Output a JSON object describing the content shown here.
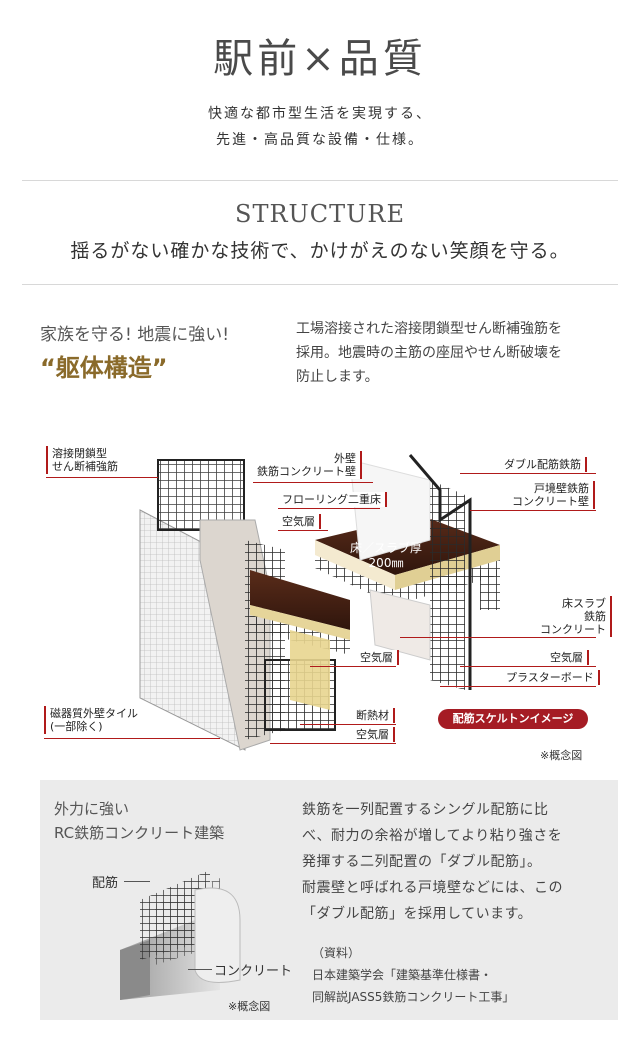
{
  "header": {
    "title": "駅前×品質",
    "subtitle_line1": "快適な都市型生活を実現する、",
    "subtitle_line2": "先進・高品質な設備・仕様。"
  },
  "structure": {
    "heading": "STRUCTURE",
    "tagline": "揺るがない確かな技術で、かけがえのない笑顔を守る。"
  },
  "frame": {
    "kicker": "家族を守る! 地震に強い!",
    "title": "“躯体構造”",
    "desc_line1": "工場溶接された溶接閉鎖型せん断補強筋を",
    "desc_line2": "採用。地震時の主筋の座屈やせん断破壊を",
    "desc_line3": "防止します。"
  },
  "diagram": {
    "labels": {
      "shear": "溶接閉鎖型\nせん断補強筋",
      "outer_wall": "外壁\n鉄筋コンクリート壁",
      "double_rebar": "ダブル配筋鉄筋",
      "flooring": "フローリング二重床",
      "boundary_wall": "戸境壁鉄筋\nコンクリート壁",
      "air_layer_top": "空気層",
      "slab_thickness": "床／スラブ厚\n200㎜",
      "floor_slab": "床スラブ\n鉄筋\nコンクリート",
      "air_layer_mid": "空気層",
      "air_layer_right": "空気層",
      "plaster": "プラスターボード",
      "tile": "磁器質外壁タイル\n(一部除く)",
      "insulation": "断熱材",
      "air_layer_bottom": "空気層"
    },
    "badge": "配筋スケルトンイメージ",
    "note": "※概念図"
  },
  "rc_box": {
    "title_line1": "外力に強い",
    "title_line2": "RC鉄筋コンクリート建築",
    "label_rebar": "配筋",
    "label_concrete": "コンクリート",
    "note": "※概念図",
    "desc_line1": "鉄筋を一列配置するシングル配筋に比",
    "desc_line2": "べ、耐力の余裕が増してより粘り強さを",
    "desc_line3": "発揮する二列配置の「ダブル配筋」。",
    "desc_line4": "耐震壁と呼ばれる戸境壁などには、この",
    "desc_line5": "「ダブル配筋」を採用しています。",
    "source_label": "（資料）",
    "source_line1": "日本建築学会「建築基準仕様書・",
    "source_line2": "同解説JASS5鉄筋コンクリート工事」"
  },
  "colors": {
    "accent_red": "#b01a1a",
    "badge_bg": "#a51c24",
    "box_bg": "#ebebeb",
    "heading_gray": "#555555"
  }
}
